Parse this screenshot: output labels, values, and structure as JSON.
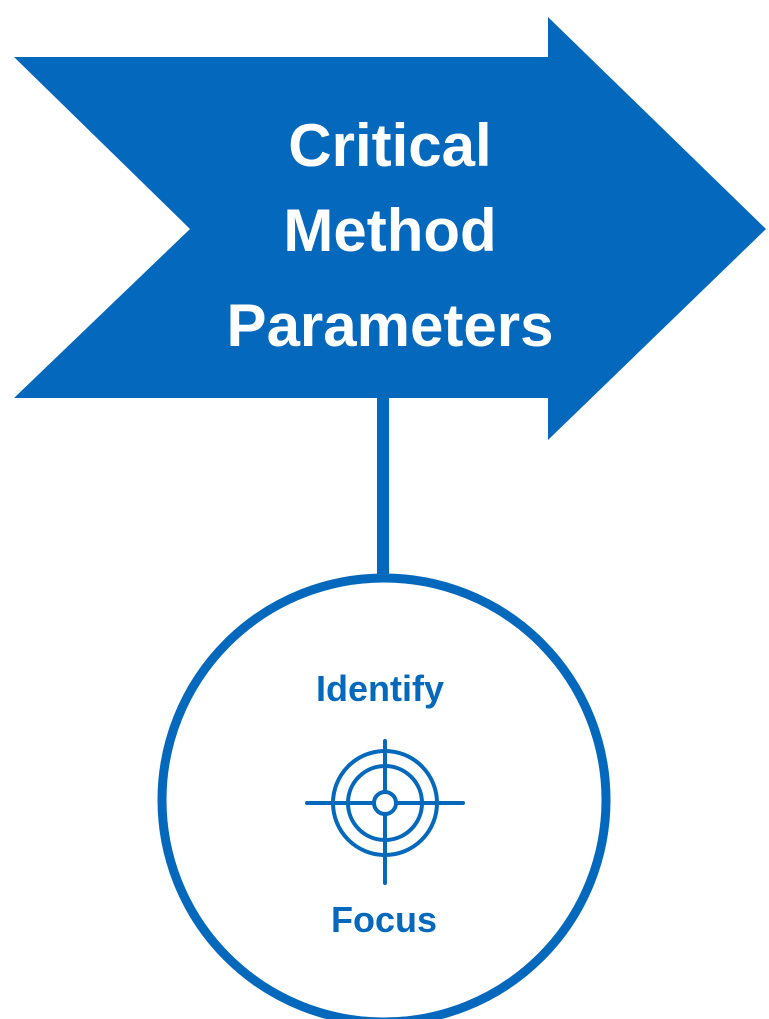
{
  "arrow": {
    "lines": [
      "Critical",
      "Method",
      "Parameters"
    ]
  },
  "circle": {
    "top_label": "Identify",
    "bottom_label": "Focus"
  },
  "icons": {
    "target": "target-crosshair-icon"
  },
  "colors": {
    "primary": "#0468BD",
    "text_on_primary": "#FFFFFF",
    "background": "#FFFFFF"
  }
}
